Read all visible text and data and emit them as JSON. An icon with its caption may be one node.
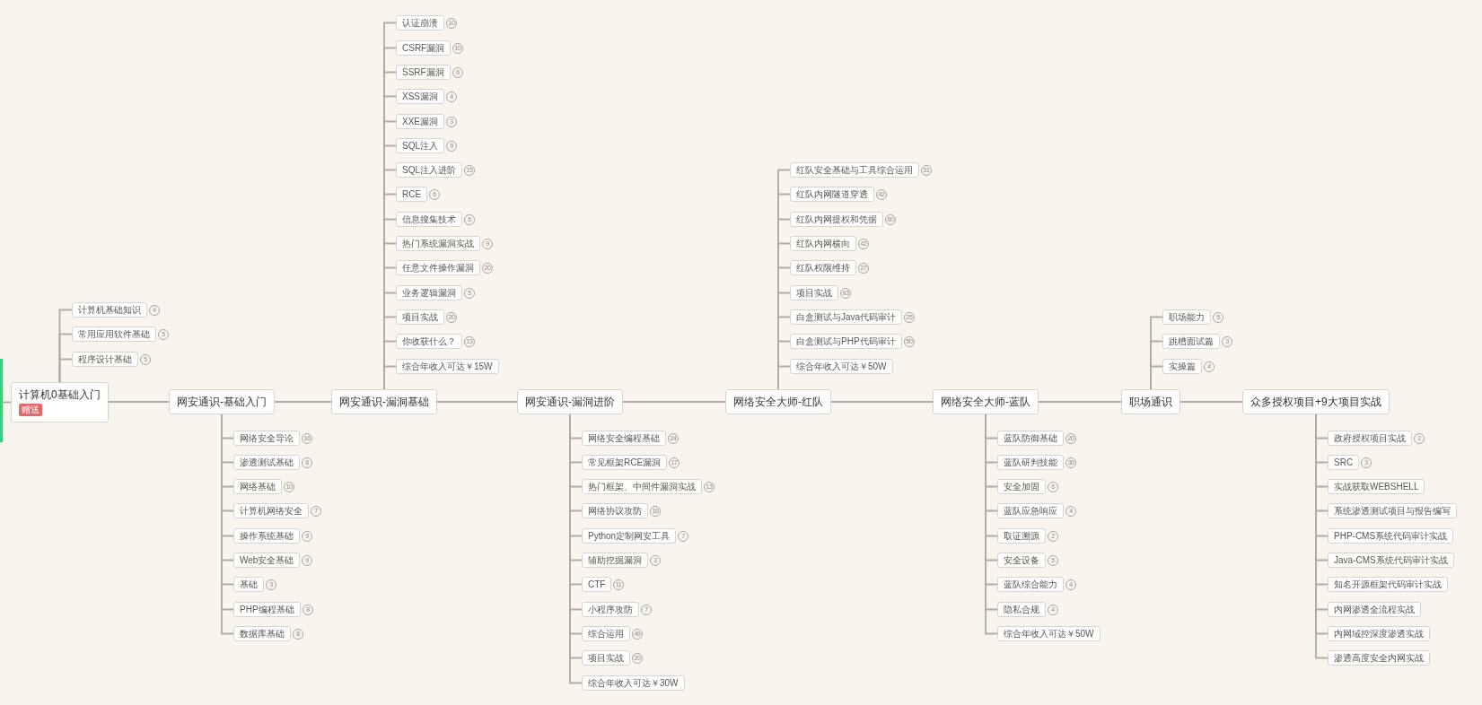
{
  "diagram": {
    "nodes": [
      {
        "text": [],
        "shape": "bar"
      },
      {
        "text": [
          "计算机0基础入门",
          "赠送"
        ]
      },
      {
        "text": [
          "计算机基础知识"
        ],
        "beside": [
          "4"
        ]
      },
      {
        "text": [
          "常用应用软件基础"
        ],
        "beside": [
          "5"
        ]
      },
      {
        "text": [
          "程序设计基础"
        ],
        "beside": [
          "5"
        ]
      },
      {
        "text": [
          "网安通识-基础入门"
        ]
      },
      {
        "text": [
          "网络安全导论"
        ],
        "beside": [
          "16"
        ]
      },
      {
        "text": [
          "渗透测试基础"
        ],
        "beside": [
          "8"
        ]
      },
      {
        "text": [
          "网络基础"
        ],
        "beside": [
          "10"
        ]
      },
      {
        "text": [
          "计算机网络安全"
        ],
        "beside": [
          "7"
        ]
      },
      {
        "text": [
          "操作系统基础"
        ],
        "beside": [
          "9"
        ]
      },
      {
        "text": [
          "Web安全基础"
        ],
        "beside": [
          "9"
        ]
      },
      {
        "text": [
          "基础"
        ],
        "beside": [
          "3"
        ]
      },
      {
        "text": [
          "PHP编程基础"
        ],
        "beside": [
          "8"
        ]
      },
      {
        "text": [
          "数据库基础"
        ],
        "beside": [
          "8"
        ]
      },
      {
        "text": [
          "网安通识-漏洞基础"
        ]
      },
      {
        "text": [
          "认证崩溃"
        ],
        "beside": [
          "10"
        ]
      },
      {
        "text": [
          "CSRF漏洞"
        ],
        "beside": [
          "10"
        ]
      },
      {
        "text": [
          "SSRF漏洞"
        ],
        "beside": [
          "6"
        ]
      },
      {
        "text": [
          "XSS漏洞"
        ],
        "beside": [
          "4"
        ]
      },
      {
        "text": [
          "XXE漏洞"
        ],
        "beside": [
          "3"
        ]
      },
      {
        "text": [
          "SQL注入"
        ],
        "beside": [
          "9"
        ]
      },
      {
        "text": [
          "SQL注入进阶"
        ],
        "beside": [
          "15"
        ]
      },
      {
        "text": [
          "RCE"
        ],
        "beside": [
          "6"
        ]
      },
      {
        "text": [
          "信息搜集技术"
        ],
        "beside": [
          "6"
        ]
      },
      {
        "text": [
          "热门系统漏洞实战"
        ],
        "beside": [
          "9"
        ]
      },
      {
        "text": [
          "任意文件操作漏洞"
        ],
        "beside": [
          "20"
        ]
      },
      {
        "text": [
          "业务逻辑漏洞"
        ],
        "beside": [
          "5"
        ]
      },
      {
        "text": [
          "项目实战"
        ],
        "beside": [
          "20"
        ]
      },
      {
        "text": [
          "你收获什么？"
        ],
        "beside": [
          "13"
        ]
      },
      {
        "text": [
          "综合年收入可达￥15W"
        ]
      },
      {
        "text": [
          "网安通识-漏洞进阶"
        ]
      },
      {
        "text": [
          "网络安全编程基础"
        ],
        "beside": [
          "24"
        ]
      },
      {
        "text": [
          "常见框架RCE漏洞"
        ],
        "beside": [
          "17"
        ]
      },
      {
        "text": [
          "热门框架、中间件漏洞实战"
        ],
        "beside": [
          "13"
        ]
      },
      {
        "text": [
          "网络协议攻防"
        ],
        "beside": [
          "16"
        ]
      },
      {
        "text": [
          "Python定制网安工具"
        ],
        "beside": [
          "7"
        ]
      },
      {
        "text": [
          "辅助挖掘漏洞"
        ],
        "beside": [
          "3"
        ]
      },
      {
        "text": [
          "CTF"
        ],
        "beside": [
          "11"
        ]
      },
      {
        "text": [
          "小程序攻防"
        ],
        "beside": [
          "7"
        ]
      },
      {
        "text": [
          "综合运用"
        ],
        "beside": [
          "49"
        ]
      },
      {
        "text": [
          "项目实战"
        ],
        "beside": [
          "20"
        ]
      },
      {
        "text": [
          "综合年收入可达￥30W"
        ]
      },
      {
        "text": [
          "网络安全大师-红队"
        ]
      },
      {
        "text": [
          "红队安全基础与工具综合运用"
        ],
        "beside": [
          "51"
        ]
      },
      {
        "text": [
          "红队内网隧道穿透"
        ],
        "beside": [
          "42"
        ]
      },
      {
        "text": [
          "红队内网提权和凭据"
        ],
        "beside": [
          "60"
        ]
      },
      {
        "text": [
          "红队内网横向"
        ],
        "beside": [
          "42"
        ]
      },
      {
        "text": [
          "红队权限维持"
        ],
        "beside": [
          "27"
        ]
      },
      {
        "text": [
          "项目实战"
        ],
        "beside": [
          "93"
        ]
      },
      {
        "text": [
          "白盒测试与Java代码审计"
        ],
        "beside": [
          "25"
        ]
      },
      {
        "text": [
          "白盒测试与PHP代码审计"
        ],
        "beside": [
          "50"
        ]
      },
      {
        "text": [
          "综合年收入可达￥50W"
        ]
      },
      {
        "text": [
          "网络安全大师-蓝队"
        ]
      },
      {
        "text": [
          "蓝队防御基础"
        ],
        "beside": [
          "20"
        ]
      },
      {
        "text": [
          "蓝队研判技能"
        ],
        "beside": [
          "36"
        ]
      },
      {
        "text": [
          "安全加固"
        ],
        "beside": [
          "6"
        ]
      },
      {
        "text": [
          "蓝队应急响应"
        ],
        "beside": [
          "4"
        ]
      },
      {
        "text": [
          "取证溯源"
        ],
        "beside": [
          "2"
        ]
      },
      {
        "text": [
          "安全设备"
        ],
        "beside": [
          "5"
        ]
      },
      {
        "text": [
          "蓝队综合能力"
        ],
        "beside": [
          "4"
        ]
      },
      {
        "text": [
          "隐私合规"
        ],
        "beside": [
          "4"
        ]
      },
      {
        "text": [
          "综合年收入可达￥50W"
        ]
      },
      {
        "text": [
          "职场通识"
        ]
      },
      {
        "text": [
          "职场能力"
        ],
        "beside": [
          "5"
        ]
      },
      {
        "text": [
          "跳槽面试篇"
        ],
        "beside": [
          "3"
        ]
      },
      {
        "text": [
          "实操篇"
        ],
        "beside": [
          "4"
        ]
      },
      {
        "text": [
          "众多授权项目+9大项目实战"
        ]
      },
      {
        "text": [
          "政府授权项目实战"
        ],
        "beside": [
          "2"
        ]
      },
      {
        "text": [
          "SRC"
        ],
        "beside": [
          "3"
        ]
      },
      {
        "text": [
          "实战获取WEBSHELL"
        ]
      },
      {
        "text": [
          "系统渗透测试项目与报告编写"
        ]
      },
      {
        "text": [
          "PHP-CMS系统代码审计实战"
        ]
      },
      {
        "text": [
          "Java-CMS系统代码审计实战"
        ]
      },
      {
        "text": [
          "知名开源框架代码审计实战"
        ]
      },
      {
        "text": [
          "内网渗透全流程实战"
        ]
      },
      {
        "text": [
          "内网域控深度渗透实战"
        ]
      },
      {
        "text": [
          "渗透高度安全内网实战"
        ]
      }
    ],
    "edges": [
      {
        "from": 0,
        "to": 1,
        "arrow": "none"
      },
      {
        "from": 1,
        "to": 5,
        "arrow": "none"
      },
      {
        "from": 5,
        "to": 15,
        "arrow": "none"
      },
      {
        "from": 15,
        "to": 31,
        "arrow": "none"
      },
      {
        "from": 31,
        "to": 43,
        "arrow": "none"
      },
      {
        "from": 43,
        "to": 53,
        "arrow": "none"
      },
      {
        "from": 53,
        "to": 63,
        "arrow": "none"
      },
      {
        "from": 63,
        "to": 67,
        "arrow": "none"
      },
      {
        "from": 1,
        "to": 2,
        "arrow": "none"
      },
      {
        "from": 1,
        "to": 3,
        "arrow": "none"
      },
      {
        "from": 1,
        "to": 4,
        "arrow": "none"
      },
      {
        "from": 5,
        "to": 6,
        "arrow": "none"
      },
      {
        "from": 5,
        "to": 7,
        "arrow": "none"
      },
      {
        "from": 5,
        "to": 8,
        "arrow": "none"
      },
      {
        "from": 5,
        "to": 9,
        "arrow": "none"
      },
      {
        "from": 5,
        "to": 10,
        "arrow": "none"
      },
      {
        "from": 5,
        "to": 11,
        "arrow": "none"
      },
      {
        "from": 5,
        "to": 12,
        "arrow": "none"
      },
      {
        "from": 5,
        "to": 13,
        "arrow": "none"
      },
      {
        "from": 5,
        "to": 14,
        "arrow": "none"
      },
      {
        "from": 15,
        "to": 16,
        "arrow": "none"
      },
      {
        "from": 15,
        "to": 17,
        "arrow": "none"
      },
      {
        "from": 15,
        "to": 18,
        "arrow": "none"
      },
      {
        "from": 15,
        "to": 19,
        "arrow": "none"
      },
      {
        "from": 15,
        "to": 20,
        "arrow": "none"
      },
      {
        "from": 15,
        "to": 21,
        "arrow": "none"
      },
      {
        "from": 15,
        "to": 22,
        "arrow": "none"
      },
      {
        "from": 15,
        "to": 23,
        "arrow": "none"
      },
      {
        "from": 15,
        "to": 24,
        "arrow": "none"
      },
      {
        "from": 15,
        "to": 25,
        "arrow": "none"
      },
      {
        "from": 15,
        "to": 26,
        "arrow": "none"
      },
      {
        "from": 15,
        "to": 27,
        "arrow": "none"
      },
      {
        "from": 15,
        "to": 28,
        "arrow": "none"
      },
      {
        "from": 15,
        "to": 29,
        "arrow": "none"
      },
      {
        "from": 15,
        "to": 30,
        "arrow": "none"
      },
      {
        "from": 31,
        "to": 32,
        "arrow": "none"
      },
      {
        "from": 31,
        "to": 33,
        "arrow": "none"
      },
      {
        "from": 31,
        "to": 34,
        "arrow": "none"
      },
      {
        "from": 31,
        "to": 35,
        "arrow": "none"
      },
      {
        "from": 31,
        "to": 36,
        "arrow": "none"
      },
      {
        "from": 31,
        "to": 37,
        "arrow": "none"
      },
      {
        "from": 31,
        "to": 38,
        "arrow": "none"
      },
      {
        "from": 31,
        "to": 39,
        "arrow": "none"
      },
      {
        "from": 31,
        "to": 40,
        "arrow": "none"
      },
      {
        "from": 31,
        "to": 41,
        "arrow": "none"
      },
      {
        "from": 31,
        "to": 42,
        "arrow": "none"
      },
      {
        "from": 43,
        "to": 44,
        "arrow": "none"
      },
      {
        "from": 43,
        "to": 45,
        "arrow": "none"
      },
      {
        "from": 43,
        "to": 46,
        "arrow": "none"
      },
      {
        "from": 43,
        "to": 47,
        "arrow": "none"
      },
      {
        "from": 43,
        "to": 48,
        "arrow": "none"
      },
      {
        "from": 43,
        "to": 49,
        "arrow": "none"
      },
      {
        "from": 43,
        "to": 50,
        "arrow": "none"
      },
      {
        "from": 43,
        "to": 51,
        "arrow": "none"
      },
      {
        "from": 43,
        "to": 52,
        "arrow": "none"
      },
      {
        "from": 53,
        "to": 54,
        "arrow": "none"
      },
      {
        "from": 53,
        "to": 55,
        "arrow": "none"
      },
      {
        "from": 53,
        "to": 56,
        "arrow": "none"
      },
      {
        "from": 53,
        "to": 57,
        "arrow": "none"
      },
      {
        "from": 53,
        "to": 58,
        "arrow": "none"
      },
      {
        "from": 53,
        "to": 59,
        "arrow": "none"
      },
      {
        "from": 53,
        "to": 60,
        "arrow": "none"
      },
      {
        "from": 53,
        "to": 61,
        "arrow": "none"
      },
      {
        "from": 53,
        "to": 62,
        "arrow": "none"
      },
      {
        "from": 63,
        "to": 64,
        "arrow": "none"
      },
      {
        "from": 63,
        "to": 65,
        "arrow": "none"
      },
      {
        "from": 63,
        "to": 66,
        "arrow": "none"
      },
      {
        "from": 67,
        "to": 68,
        "arrow": "none"
      },
      {
        "from": 67,
        "to": 69,
        "arrow": "none"
      },
      {
        "from": 67,
        "to": 70,
        "arrow": "none"
      },
      {
        "from": 67,
        "to": 71,
        "arrow": "none"
      },
      {
        "from": 67,
        "to": 72,
        "arrow": "none"
      },
      {
        "from": 67,
        "to": 73,
        "arrow": "none"
      },
      {
        "from": 67,
        "to": 74,
        "arrow": "none"
      },
      {
        "from": 67,
        "to": 75,
        "arrow": "none"
      },
      {
        "from": 67,
        "to": 76,
        "arrow": "none"
      },
      {
        "from": 67,
        "to": 77,
        "arrow": "none"
      }
    ]
  }
}
